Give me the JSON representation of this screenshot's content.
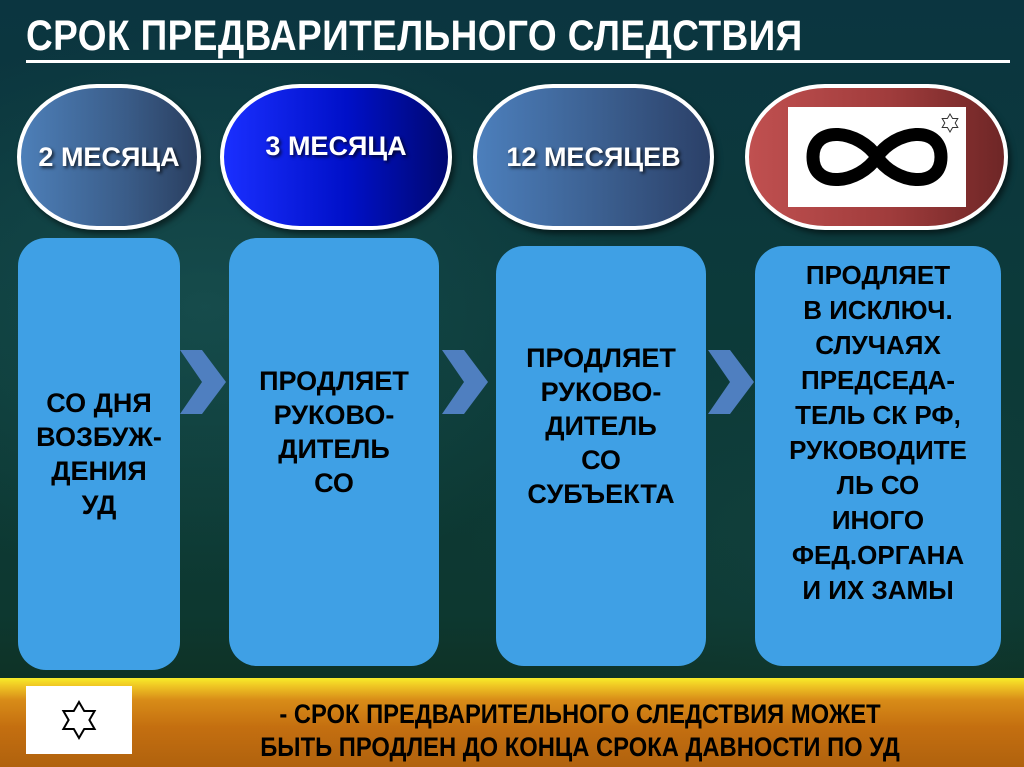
{
  "title": "СРОК ПРЕДВАРИТЕЛЬНОГО СЛЕДСТВИЯ",
  "colors": {
    "card_blue": "#3fa0e5",
    "chevron": "#4f7fc0",
    "pill_2m": "#3a5c88",
    "pill_3m": "#0010c8",
    "pill_12m": "#3b5e8e",
    "pill_inf": "#a03c3c",
    "banner": "#c46f10"
  },
  "stages": [
    {
      "duration": "2 МЕСЯЦА",
      "description": "СО ДНЯ\nВОЗБУЖ-\nДЕНИЯ\nУД"
    },
    {
      "duration": "3 МЕСЯЦА",
      "description": "ПРОДЛЯЕТ\nРУКОВО-\nДИТЕЛЬ\nСО"
    },
    {
      "duration": "12 МЕСЯЦЕВ",
      "description": "ПРОДЛЯЕТ\nРУКОВО-\nДИТЕЛЬ\nСО\nСУБЪЕКТА"
    },
    {
      "duration_icon": "infinity-icon",
      "footnote_icon": "six-point-star-icon",
      "description": "ПРОДЛЯЕТ\nВ ИСКЛЮЧ.\nСЛУЧАЯХ\nПРЕДСЕДА-\nТЕЛЬ СК РФ,\nРУКОВОДИТЕ\nЛЬ СО\nИНОГО\nФЕД.ОРГАНА\nИ ИХ ЗАМЫ"
    }
  ],
  "footnote": {
    "icon": "six-point-star-icon",
    "text": "- СРОК ПРЕДВАРИТЕЛЬНОГО СЛЕДСТВИЯ МОЖЕТ\nБЫТЬ ПРОДЛЕН ДО КОНЦА СРОКА ДАВНОСТИ ПО УД"
  }
}
